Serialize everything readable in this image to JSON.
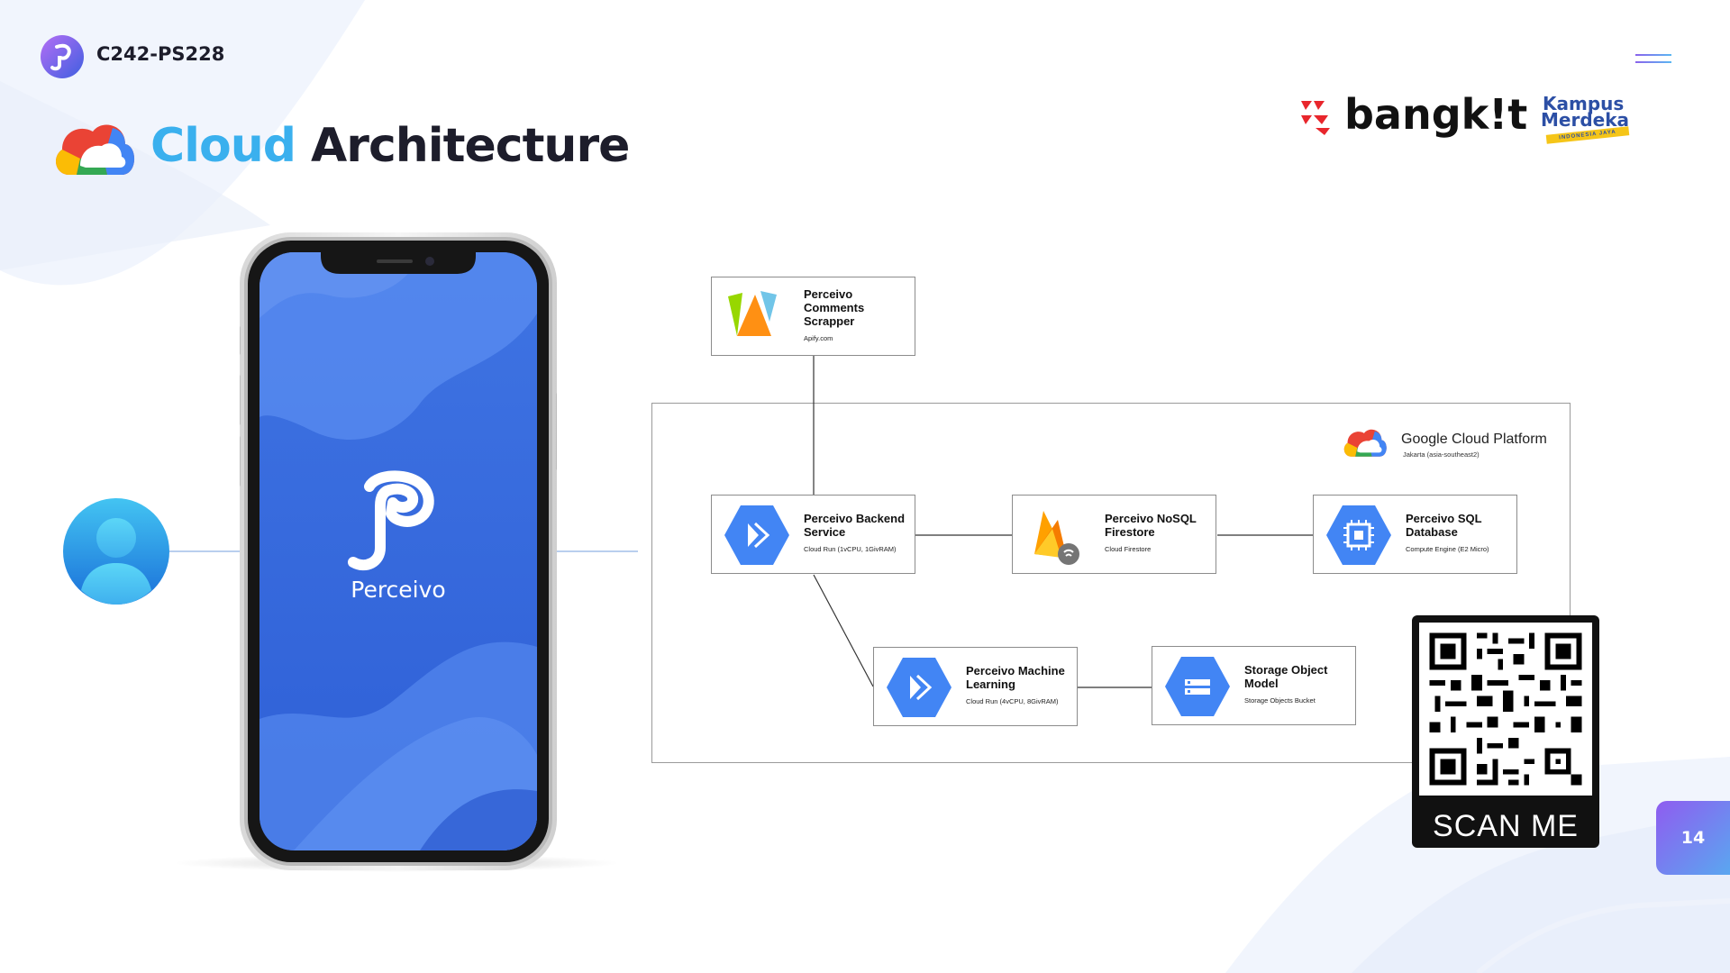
{
  "header": {
    "team_code": "C242-PS228",
    "title_highlight": "Cloud",
    "title_rest": " Architecture"
  },
  "partners": {
    "bangkit": "bangk!t",
    "kampus_line1": "Kampus",
    "kampus_line2": "Merdeka",
    "kampus_tagline": "INDONESIA JAYA"
  },
  "phone": {
    "app_name": "Perceivo"
  },
  "gcp": {
    "label": "Google Cloud Platform",
    "region": "Jakarta (asia-southeast2)"
  },
  "nodes": {
    "scraper": {
      "name": "Perceivo\nComments\nScrapper",
      "sub": "Apify.com",
      "icon": "apify-icon"
    },
    "backend": {
      "name": "Perceivo Backend\nService",
      "sub": "Cloud Run (1vCPU, 1GivRAM)",
      "icon": "cloud-run-icon"
    },
    "firestore": {
      "name": "Perceivo NoSQL\nFirestore",
      "sub": "Cloud Firestore",
      "icon": "firebase-icon"
    },
    "sql": {
      "name": "Perceivo SQL\nDatabase",
      "sub": "Compute Engine (E2 Micro)",
      "icon": "compute-engine-icon"
    },
    "ml": {
      "name": "Perceivo Machine\nLearning",
      "sub": "Cloud Run (4vCPU, 8GivRAM)",
      "icon": "cloud-run-icon"
    },
    "storage": {
      "name": "Storage Object\nModel",
      "sub": "Storage Objects Bucket",
      "icon": "cloud-storage-icon"
    }
  },
  "qr": {
    "label": "SCAN ME"
  },
  "page_number": "14",
  "colors": {
    "accent_blue": "#3ab0ee",
    "gcp_blue": "#4285f4",
    "phone_blue": "#3c6fe0",
    "bangkit_red": "#e8262c",
    "kampus_blue": "#2c4fa5"
  }
}
